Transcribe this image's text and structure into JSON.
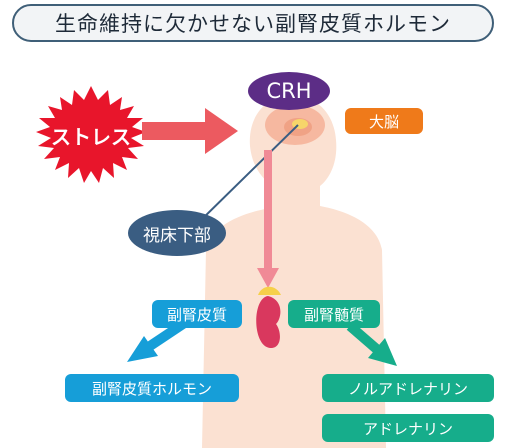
{
  "title": "生命維持に欠かせない副腎皮質ホルモン",
  "labels": {
    "crh": "CRH",
    "brain": "大脳",
    "stress": "ストレス",
    "hypothalamus": "視床下部",
    "adrenal_cortex": "副腎皮質",
    "adrenal_medulla": "副腎髄質",
    "cortical_hormone": "副腎皮質ホルモン",
    "noradrenaline": "ノルアドレナリン",
    "adrenaline": "アドレナリン"
  },
  "colors": {
    "crh": "#5c2d86",
    "brain": "#ef7a1a",
    "stress": "#e8152b",
    "hypothalamus": "#3a5d82",
    "cortex_blue": "#169ed8",
    "medulla_teal": "#16ad8b",
    "body_silhouette": "#fbe1d2",
    "signal_arrow": "#f08a96",
    "adrenal_gland": "#d9385e"
  }
}
